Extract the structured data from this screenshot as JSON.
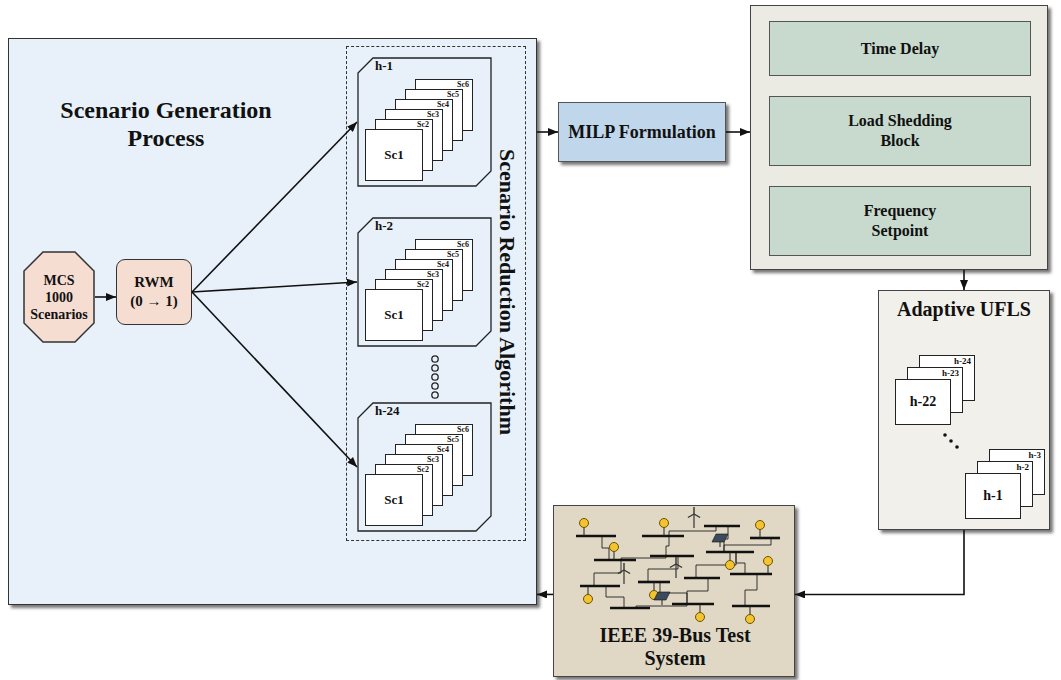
{
  "diagram": {
    "nodes": [
      {
        "text": [
          "Scenario Generation Process"
        ]
      },
      {
        "text": [
          "MCS 1000 Scenarios"
        ],
        "in": 0
      },
      {
        "text": [
          "RWM",
          "(0 → 1)"
        ],
        "in": 0
      },
      {
        "text": [
          "Scenario Reduction Algorithm"
        ],
        "in": 0
      },
      {
        "text": [
          "h-1",
          "Sc6",
          "Sc5",
          "Sc4",
          "Sc3",
          "Sc2",
          "Sc1"
        ],
        "in": 3
      },
      {
        "text": [
          "h-2",
          "Sc6",
          "Sc5",
          "Sc4",
          "Sc3",
          "Sc2",
          "Sc1"
        ],
        "in": 3
      },
      {
        "text": [
          "h-24",
          "Sc6",
          "Sc5",
          "Sc4",
          "Sc3",
          "Sc2",
          "Sc1"
        ],
        "in": 3
      },
      {
        "text": [
          "MILP Formulation"
        ]
      },
      {
        "text": []
      },
      {
        "text": [
          "Time Delay"
        ],
        "in": 8
      },
      {
        "text": [
          "Load Shedding Block"
        ],
        "in": 8
      },
      {
        "text": [
          "Frequency Setpoint"
        ],
        "in": 8
      },
      {
        "text": [
          "Adaptive UFLS",
          "h-24",
          "h-23",
          "h-22",
          "h-3",
          "h-2",
          "h-1"
        ]
      },
      {
        "text": [
          "IEEE 39-Bus Test System"
        ]
      }
    ],
    "edges": [
      {
        "from": 1,
        "to": 2,
        "arrow": "to"
      },
      {
        "from": 2,
        "to": 4,
        "arrow": "to"
      },
      {
        "from": 2,
        "to": 5,
        "arrow": "to"
      },
      {
        "from": 2,
        "to": 6,
        "arrow": "to"
      },
      {
        "from": 0,
        "to": 7,
        "arrow": "to"
      },
      {
        "from": 7,
        "to": 8,
        "arrow": "to"
      },
      {
        "from": 8,
        "to": 12,
        "arrow": "to"
      },
      {
        "from": 12,
        "to": 13,
        "arrow": "to"
      },
      {
        "from": 13,
        "to": 0,
        "arrow": "to"
      }
    ]
  }
}
